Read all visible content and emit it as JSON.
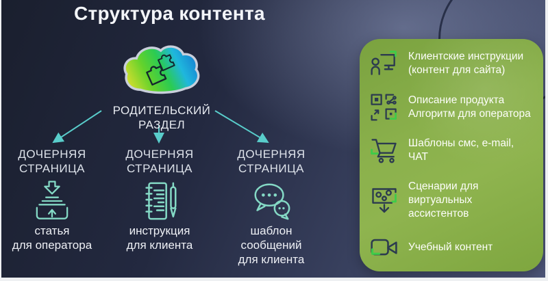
{
  "title": "Структура контента",
  "diagram": {
    "parent": {
      "label": "РОДИТЕЛЬСКИЙ\nРАЗДЕЛ",
      "icon": "cloud-puzzle-icon"
    },
    "children": [
      {
        "label": "ДОЧЕРНЯЯ\nСТРАНИЦА",
        "icon": "archive-tray-icon",
        "caption": "статья\nдля оператора"
      },
      {
        "label": "ДОЧЕРНЯЯ\nСТРАНИЦА",
        "icon": "notebook-pen-icon",
        "caption": "инструкция\nдля клиента"
      },
      {
        "label": "ДОЧЕРНЯЯ\nСТРАНИЦА",
        "icon": "chat-bubbles-icon",
        "caption": "шаблон\nсообщений\nдля клиента"
      }
    ],
    "arrow_color": "#59cdcb"
  },
  "panel": {
    "items": [
      {
        "icon": "operator-desk-icon",
        "text": "Клиентские инструкции\n(контент для сайта)"
      },
      {
        "icon": "qr-code-icon",
        "text": "Описание продукта\nАлгоритм для оператора"
      },
      {
        "icon": "shopping-cart-icon",
        "text": "Шаблоны смс, e-mail, ЧАТ"
      },
      {
        "icon": "scenario-box-icon",
        "text": "Сценарии для\nвиртуальных ассистентов"
      },
      {
        "icon": "video-camera-icon",
        "text": "Учебный контент"
      }
    ]
  },
  "colors": {
    "background_dark": "#1a1f2e",
    "background_light": "#4d5578",
    "panel_green": "#8bb14c",
    "arrow_teal": "#59cdcb",
    "child_icon_mint": "#84d9c5",
    "panel_icon_navy": "#2c3b4f",
    "panel_icon_accent": "#3ecc49",
    "title_text": "#f3f5f9"
  }
}
